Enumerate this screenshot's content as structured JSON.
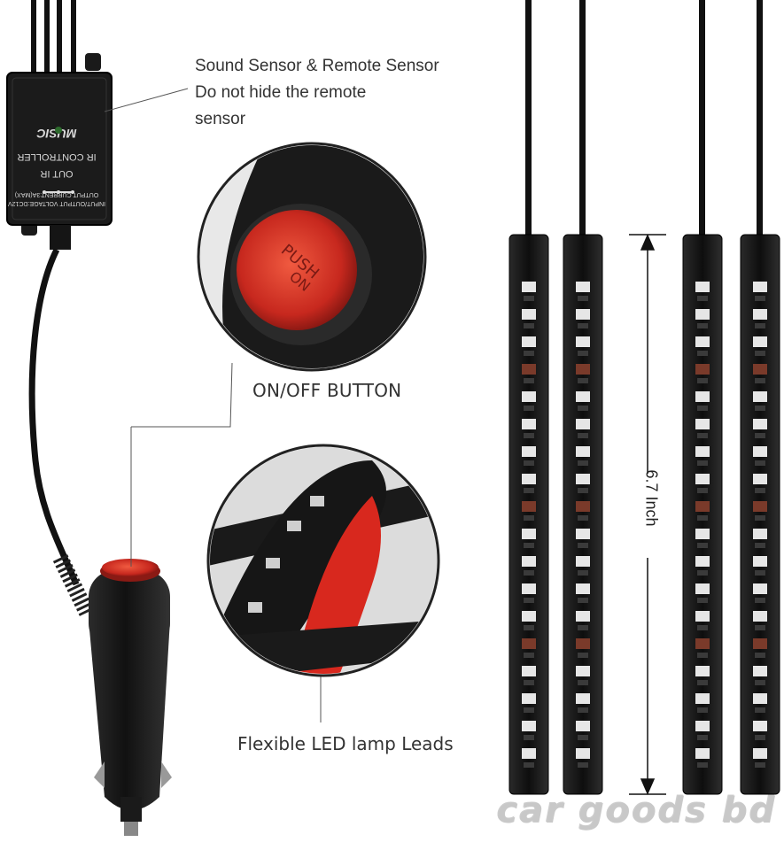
{
  "annotations": {
    "sensor_line1": "Sound Sensor & Remote Sensor",
    "sensor_line2": "Do not hide the remote",
    "sensor_line3": "sensor",
    "button": "ON/OFF BUTTON",
    "leads": "Flexible LED lamp Leads",
    "length": "6.7 Inch"
  },
  "controller": {
    "brand": "MUSIC",
    "title": "IR CONTROLLER",
    "ports": "OUT  IR",
    "spec": "INPUT/OUTPUT VOLTAGE:DC12V",
    "spec2": "OUTPUT CURRENT:3A(MAX)"
  },
  "button_text": "PUSH ON",
  "watermark": "car goods bd",
  "colors": {
    "button_red": "#d6302a",
    "strip_body": "#141414",
    "led": "#e8e8e8"
  }
}
